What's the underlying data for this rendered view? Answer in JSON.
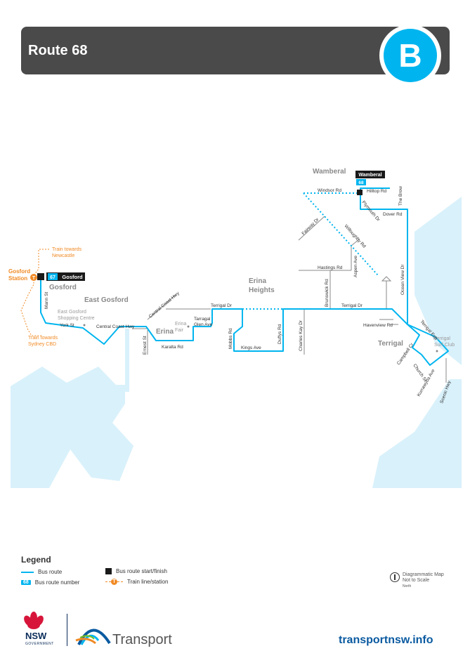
{
  "header": {
    "title": "Route 68",
    "mode_letter": "B"
  },
  "colors": {
    "route": "#00b5ef",
    "train": "#f08a24",
    "header_bg": "#4a4a4a",
    "water": "#d9f1fb",
    "road": "#8a8a8a",
    "badge": "#00b5ef"
  },
  "stops": {
    "gosford": {
      "label": "Gosford",
      "route": "67"
    },
    "wamberal": {
      "label": "Wamberal",
      "route": "68"
    }
  },
  "station": {
    "line1": "Gosford",
    "line2": "Station"
  },
  "train_notes": {
    "north_1": "Train towards",
    "north_2": "Newcastle",
    "south_1": "Train towards",
    "south_2": "Sydney CBD"
  },
  "suburbs": {
    "wamberal": "Wamberal",
    "gosford": "Gosford",
    "east_gosford": "East Gosford",
    "erina_heights_1": "Erina",
    "erina_heights_2": "Heights",
    "erina": "Erina",
    "terrigal": "Terrigal"
  },
  "streets": {
    "windsor_rd": "Windsor Rd",
    "hilltop_rd": "Hilltop Rd",
    "plymouth_dr": "Plymouth Dr",
    "dover_rd": "Dover Rd",
    "the_brow": "The Brow",
    "fairway_dr": "Fairway Dr",
    "willoughby_rd": "Willoughby Rd",
    "ocean_view_dr": "Ocean View Dr",
    "hastings_rd": "Hastings Rd",
    "aspen_ave": "Aspen Ave",
    "brunswick_rd": "Brunswick Rd",
    "terrigal_dr_east": "Terrigal Dr",
    "terrigal_dr_west": "Terrigal Dr",
    "havenview_rd": "Havenview Rd",
    "terrigal_esp": "Terrigal Esp",
    "campbell_cr": "Campbell Cr",
    "church_st": "Church St",
    "kurrawyba_ave": "Kurrawyba Ave",
    "scenic_hwy": "Scenic Hwy",
    "charles_kay_dr": "Charles Kay Dr",
    "duffys_rd": "Duffys Rd",
    "kings_ave": "Kings Ave",
    "mobbs_rd": "Mobbs Rd",
    "tarragal_glen_1": "Tarragal",
    "tarragal_glen_2": "Glen Ave",
    "central_coast_hwy_n": "Central Coast Hwy",
    "central_coast_hwy": "Central Coast Hwy",
    "karalta_rd": "Karalta Rd",
    "ernest_st": "Ernest St",
    "mann_st": "Mann St",
    "york_st": "York St"
  },
  "landmarks": {
    "shopping_1": "East Gosford",
    "shopping_2": "Shopping Centre",
    "erina_fair_1": "Erina",
    "erina_fair_2": "Fair",
    "surf_club_1": "Terrigal",
    "surf_club_2": "Surf Club"
  },
  "legend": {
    "title": "Legend",
    "bus_route": "Bus route",
    "route_number_badge": "68",
    "bus_route_number": "Bus route number",
    "start_finish": "Bus route start/finish",
    "train": "Train line/station",
    "north_label": "North",
    "diagram_1": "Diagrammatic Map",
    "diagram_2": "Not to Scale"
  },
  "footer": {
    "nsw": "NSW",
    "government": "GOVERNMENT",
    "transport": "Transport",
    "url": "transportnsw.info"
  }
}
